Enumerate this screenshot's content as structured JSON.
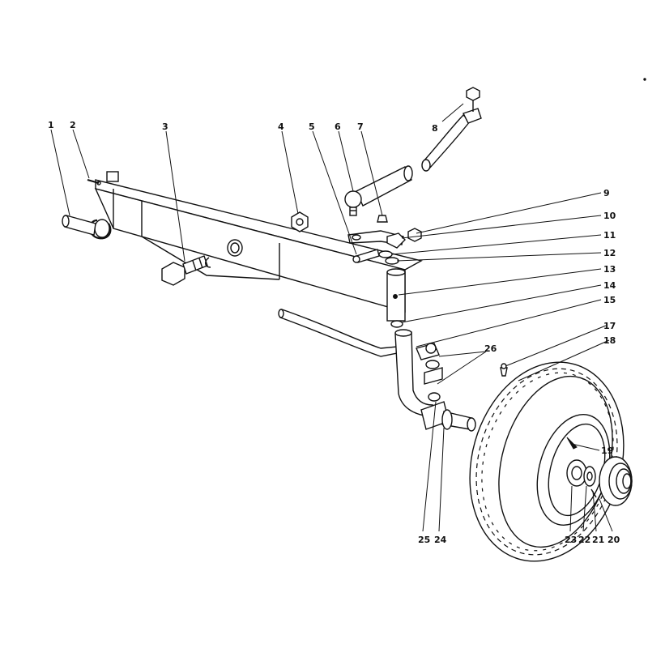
{
  "callouts": [
    "1",
    "2",
    "3",
    "4",
    "5",
    "6",
    "7",
    "8",
    "9",
    "10",
    "11",
    "12",
    "13",
    "14",
    "15",
    "17",
    "18",
    "19",
    "20",
    "21",
    "22",
    "23",
    "24",
    "25",
    "26"
  ],
  "colors": {
    "ink": "#111111",
    "paper": "#ffffff"
  }
}
